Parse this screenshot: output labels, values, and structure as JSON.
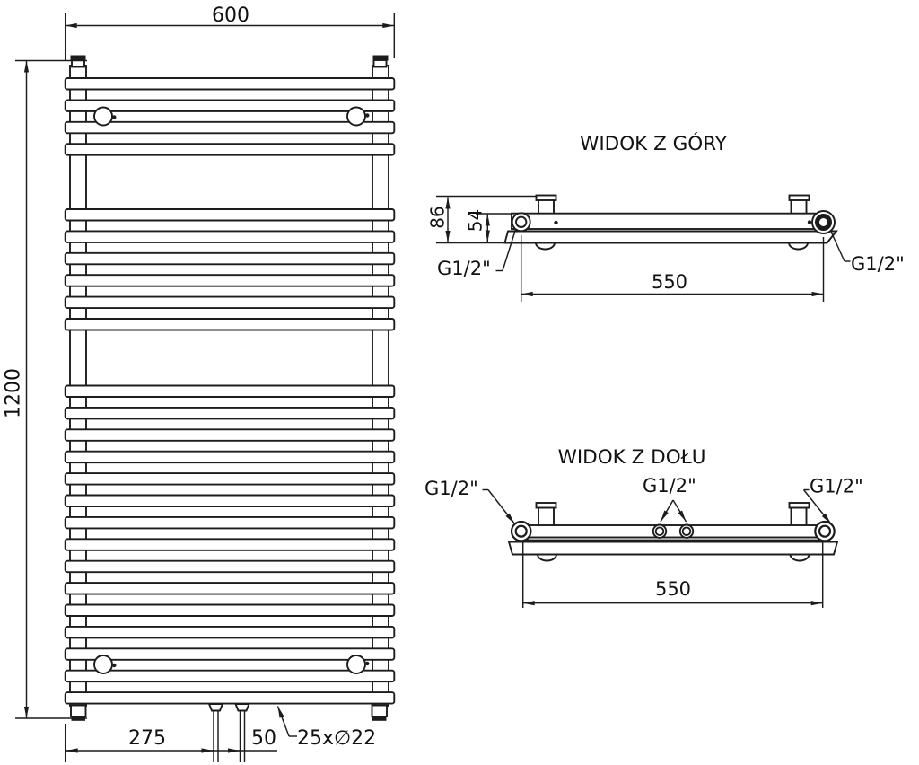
{
  "drawing": {
    "type": "technical-drawing",
    "product": "towel-radiator",
    "line_color": "#1c1c1c",
    "background_color": "#ffffff"
  },
  "front_view": {
    "width_label": "600",
    "height_label": "1200",
    "bottom_left_label": "275",
    "bottom_center_label": "50",
    "tubes_label": "25x∅22",
    "tube_count": 25,
    "tube_groups": [
      4,
      6,
      15
    ]
  },
  "top_view": {
    "title": "WIDOK Z GÓRY",
    "depth_label": "86",
    "axis_label": "54",
    "spacing_label": "550",
    "left_connection": "G1/2\"",
    "right_connection": "G1/2\""
  },
  "bottom_view": {
    "title": "WIDOK Z DOŁU",
    "spacing_label": "550",
    "left_connection": "G1/2\"",
    "center_connection": "G1/2\"",
    "right_connection": "G1/2\""
  }
}
